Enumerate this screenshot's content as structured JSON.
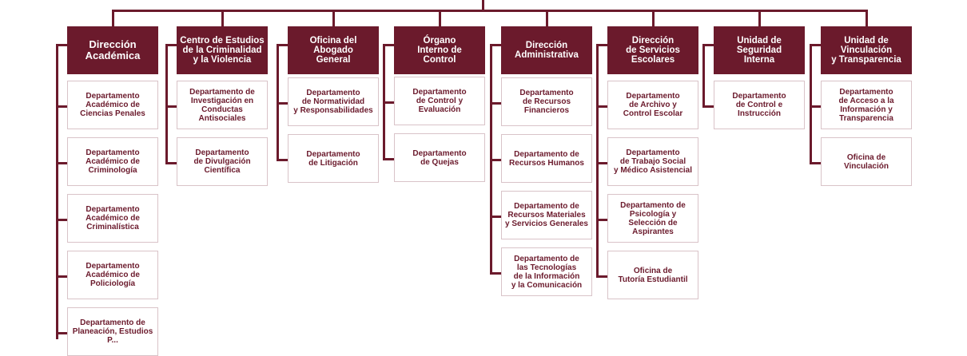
{
  "units": [
    {
      "title": "Dirección\nAcadémica",
      "children": [
        "Departamento\nAcadémico de\nCiencias Penales",
        "Departamento\nAcadémico de\nCriminología",
        "Departamento\nAcadémico de\nCriminalística",
        "Departamento\nAcadémico de\nPoliciología",
        "Departamento de\nPlaneación, Estudios\nP..."
      ]
    },
    {
      "title": "Centro de Estudios\nde la Criminalidad\ny la Violencia",
      "children": [
        "Departamento de\nInvestigación en\nConductas\nAntisociales",
        "Departamento\nde Divulgación\nCientífica"
      ]
    },
    {
      "title": "Oficina del\nAbogado\nGeneral",
      "children": [
        "Departamento\nde Normatividad\ny Responsabilidades",
        "Departamento\nde Litigación"
      ]
    },
    {
      "title": "Órgano\nInterno de\nControl",
      "children": [
        "Departamento\nde Control y\nEvaluación",
        "Departamento\nde Quejas"
      ]
    },
    {
      "title": "Dirección\nAdministrativa",
      "children": [
        "Departamento\nde Recursos\nFinancieros",
        "Departamento de\nRecursos Humanos",
        "Departamento de\nRecursos Materiales\ny Servicios Generales",
        "Departamento de\nlas Tecnologías\nde la Información\ny la Comunicación"
      ]
    },
    {
      "title": "Dirección\nde Servicios\nEscolares",
      "children": [
        "Departamento\nde Archivo y\nControl Escolar",
        "Departamento\nde Trabajo Social\ny Médico Asistencial",
        "Departamento de\nPsicología y\nSelección de\nAspirantes",
        "Oficina de\nTutoría Estudiantil"
      ]
    },
    {
      "title": "Unidad de\nSeguridad\nInterna",
      "children": [
        "Departamento\nde Control e\nInstrucción"
      ]
    },
    {
      "title": "Unidad de\nVinculación\ny Transparencia",
      "children": [
        "Departamento\nde Acceso a la\nInformación y\nTransparencia",
        "Oficina de\nVinculación"
      ]
    }
  ]
}
